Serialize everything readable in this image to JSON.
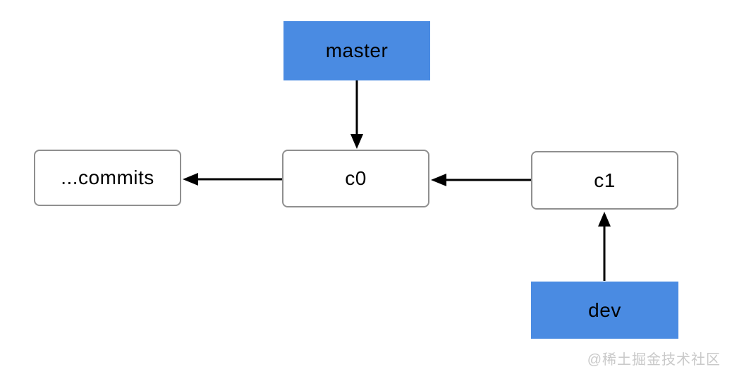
{
  "diagram": {
    "type": "git-branch-graph",
    "nodes": {
      "master": {
        "label": "master",
        "kind": "branch-pointer"
      },
      "c0": {
        "label": "c0",
        "kind": "commit"
      },
      "c1": {
        "label": "c1",
        "kind": "commit"
      },
      "commits": {
        "label": "...commits",
        "kind": "commit-history"
      },
      "dev": {
        "label": "dev",
        "kind": "branch-pointer"
      }
    },
    "edges": [
      {
        "from": "master",
        "to": "c0",
        "direction": "down"
      },
      {
        "from": "c0",
        "to": "commits",
        "direction": "left"
      },
      {
        "from": "c1",
        "to": "c0",
        "direction": "left"
      },
      {
        "from": "dev",
        "to": "c1",
        "direction": "up"
      }
    ],
    "colors": {
      "branch_fill": "#4a8be2",
      "commit_border": "#8f8f8f",
      "node_text": "#000000",
      "arrow": "#000000",
      "watermark_text": "#c9c9c9",
      "background": "#ffffff"
    },
    "watermark": "@稀土掘金技术社区"
  }
}
